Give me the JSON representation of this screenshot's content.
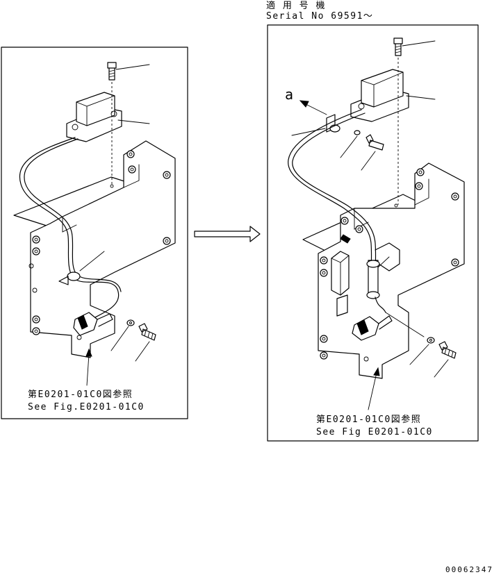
{
  "header": {
    "applicable_label": "適 用 号 機",
    "serial_label": "Serial No 69591～"
  },
  "left_panel": {
    "ref_jp": "第E0201-01C0図参照",
    "ref_en": "See Fig.E0201-01C0"
  },
  "right_panel": {
    "view_letter": "a",
    "view_letter_2": "a",
    "ref_jp": "第E0201-01C0図参照",
    "ref_en": "See Fig E0201-01C0"
  },
  "footer": {
    "drawing_number": "00062347"
  },
  "icons": [
    "transition-arrow-icon",
    "view-direction-arrow-icon"
  ],
  "colors": {
    "line": "#000000",
    "background": "#ffffff"
  }
}
